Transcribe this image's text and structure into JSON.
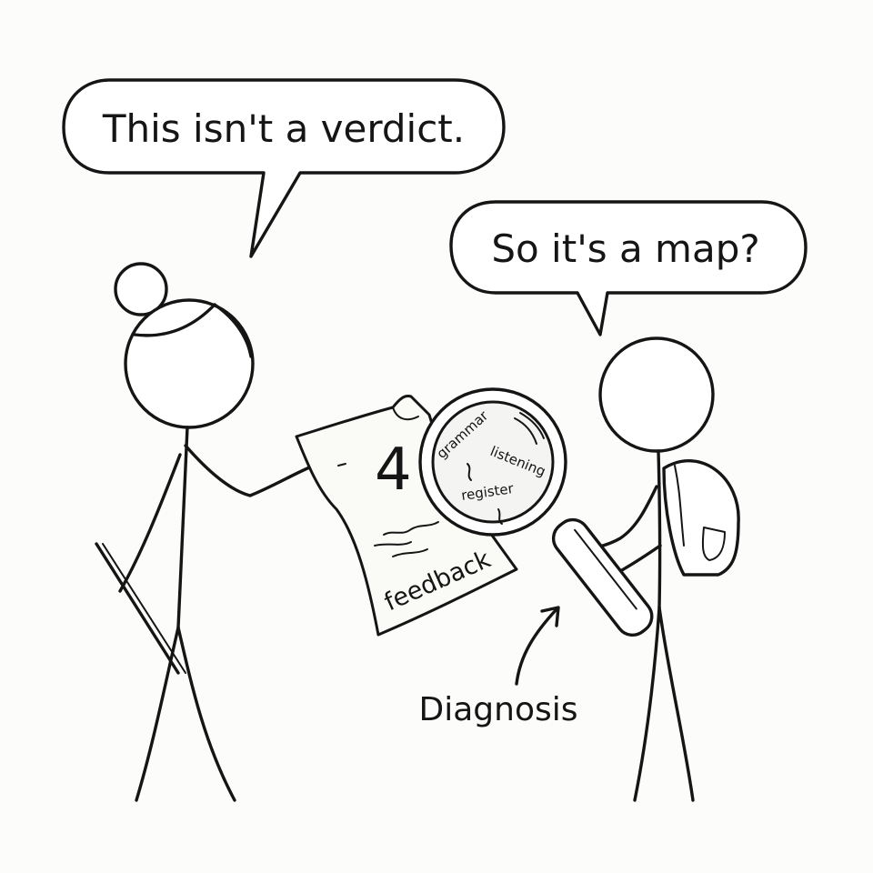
{
  "comic": {
    "teacher_speech": "This isn't a verdict.",
    "student_speech": "So it's a map?",
    "paper": {
      "grade": "4",
      "label": "feedback"
    },
    "magnifier_words": [
      "grammar",
      "listening",
      "register"
    ],
    "caption": "Diagnosis"
  }
}
